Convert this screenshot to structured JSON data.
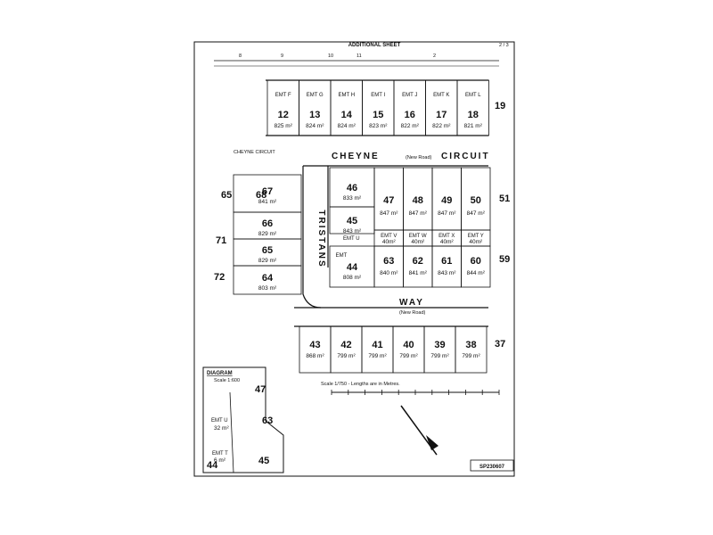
{
  "sheet": {
    "title": "ADDITIONAL SHEET",
    "sheet_no": "2",
    "sheet_total": "3",
    "plan_number": "SP230607",
    "scale_note": "Scale 1/750 - Lengths are in Metres."
  },
  "roads": {
    "cheyne_circuit_name": "CHEYNE",
    "cheyne_circuit_suffix": "CIRCUIT",
    "cheyne_left_label": "CHEYNE CIRCUIT",
    "new_road_1": "(New Road)",
    "tristans": "TRISTANS",
    "way": "WAY",
    "new_road_2": "(New Road)"
  },
  "top_lots": [
    {
      "emt": "EMT F",
      "num": "12",
      "area": "825 m²"
    },
    {
      "emt": "EMT G",
      "num": "13",
      "area": "824 m²"
    },
    {
      "emt": "EMT H",
      "num": "14",
      "area": "824 m²"
    },
    {
      "emt": "EMT I",
      "num": "15",
      "area": "823 m²"
    },
    {
      "emt": "EMT J",
      "num": "16",
      "area": "822 m²"
    },
    {
      "emt": "EMT K",
      "num": "17",
      "area": "822 m²"
    },
    {
      "emt": "EMT L",
      "num": "18",
      "area": "821 m²"
    }
  ],
  "top_right_lot": "19",
  "middle_lots": [
    {
      "num": "47",
      "area": "847 m²"
    },
    {
      "num": "48",
      "area": "847 m²"
    },
    {
      "num": "49",
      "area": "847 m²"
    },
    {
      "num": "50",
      "area": "847 m²"
    }
  ],
  "middle_right_lot": "51",
  "emt_mid": [
    {
      "emt": "EMT V",
      "sub": "40m²"
    },
    {
      "emt": "EMT W",
      "sub": "40m²"
    },
    {
      "emt": "EMT X",
      "sub": "40m²"
    },
    {
      "emt": "EMT Y",
      "sub": "40m²"
    }
  ],
  "lower_mid_lots": [
    {
      "num": "63",
      "area": "840 m²"
    },
    {
      "num": "62",
      "area": "841 m²"
    },
    {
      "num": "61",
      "area": "843 m²"
    },
    {
      "num": "60",
      "area": "844 m²"
    }
  ],
  "lower_mid_right": "59",
  "left_lots": [
    {
      "num": "67",
      "area": "841 m²"
    },
    {
      "num": "66",
      "area": "829 m²"
    },
    {
      "num": "65",
      "area": "829 m²"
    },
    {
      "num": "64",
      "area": "803 m²"
    }
  ],
  "left_outside": [
    "65",
    "68",
    "71",
    "72"
  ],
  "center_lots": [
    {
      "num": "46",
      "area": "833 m²"
    },
    {
      "num": "45",
      "area": "843 m²"
    },
    {
      "num": "44",
      "area": "808 m²",
      "emt": "EMT"
    }
  ],
  "emt_u": "EMT U",
  "bottom_lots": [
    {
      "num": "43",
      "area": "868 m²"
    },
    {
      "num": "42",
      "area": "799 m²"
    },
    {
      "num": "41",
      "area": "799 m²"
    },
    {
      "num": "40",
      "area": "799 m²"
    },
    {
      "num": "39",
      "area": "799 m²"
    },
    {
      "num": "38",
      "area": "799 m²"
    }
  ],
  "bottom_right_lot": "37",
  "diagram": {
    "title": "DIAGRAM",
    "scale": "Scale 1:600",
    "lot_top": "47",
    "emt_label": "EMT U",
    "emt_area": "32 m²",
    "emt_t_label": "EMT T",
    "emt_t_area": "6 m²",
    "lot_right": "63",
    "lot_bottom_left": "44",
    "lot_bottom_right": "45"
  },
  "top_strip_labels": [
    "8",
    "9",
    "10",
    "11",
    "2"
  ]
}
